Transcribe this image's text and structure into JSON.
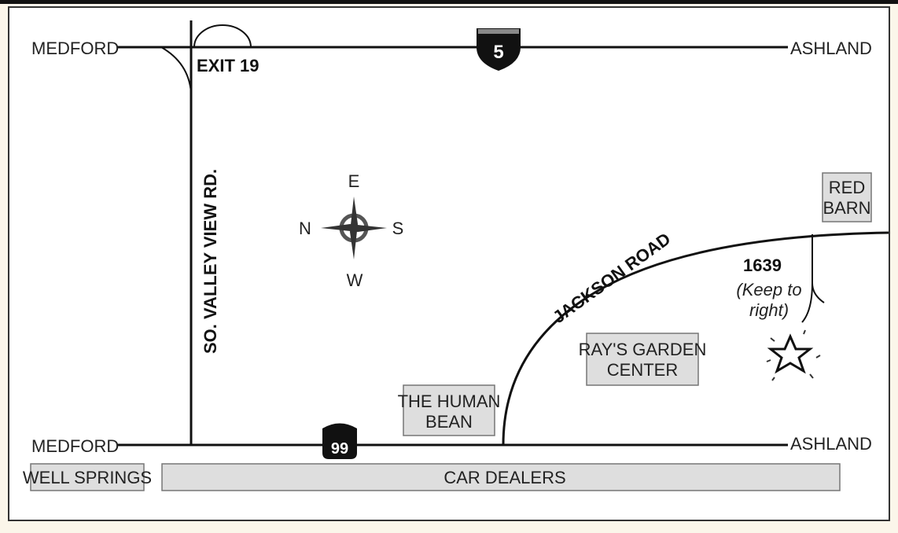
{
  "map": {
    "top_road": {
      "left": "MEDFORD",
      "right": "ASHLAND",
      "exit": "EXIT 19",
      "shield": "5"
    },
    "bottom_road": {
      "left": "MEDFORD",
      "right": "ASHLAND",
      "shield": "99"
    },
    "valley_view": "SO. VALLEY VIEW RD.",
    "jackson": "JACKSON ROAD",
    "compass": {
      "n": "N",
      "e": "E",
      "s": "S",
      "w": "W"
    },
    "destination": {
      "number": "1639",
      "note_1": "(Keep to",
      "note_2": "right)"
    },
    "landmarks": {
      "red_barn_1": "RED",
      "red_barn_2": "BARN",
      "rays_1": "RAY'S GARDEN",
      "rays_2": "CENTER",
      "bean_1": "THE HUMAN",
      "bean_2": "BEAN",
      "well_springs": "WELL SPRINGS",
      "car_dealers": "CAR DEALERS"
    }
  }
}
